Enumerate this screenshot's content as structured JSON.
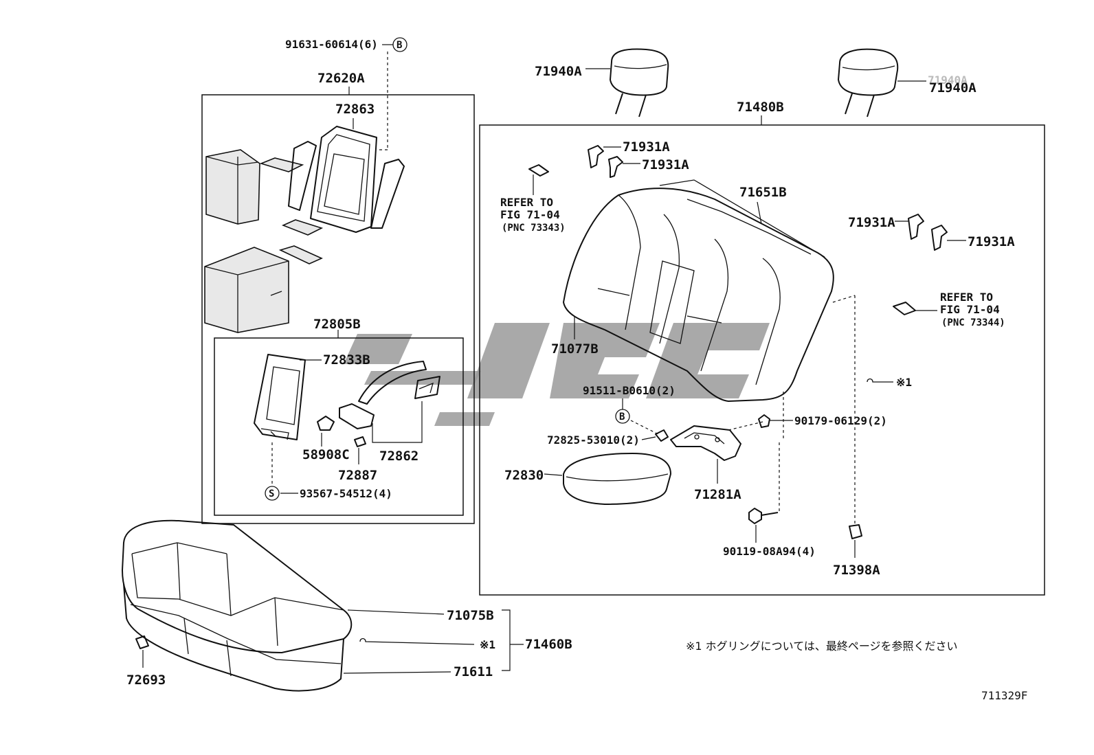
{
  "labels": {
    "bolt_top": "91631-60614(6)",
    "circle_b": "B",
    "circle_s": "S",
    "armrest_assy": "72620A",
    "frame": "72863",
    "cover_assy": "72805B",
    "lid": "72833B",
    "hinge": "58908C",
    "strap": "72862",
    "clip": "72887",
    "screw_s": "93567-54512(4)",
    "headrest_l": "71940A",
    "headrest_r_a": "71940A",
    "headrest_r_b": "71940A",
    "back_assy": "71480B",
    "guide_1": "71931A",
    "guide_2": "71931A",
    "guide_3": "71931A",
    "guide_4": "71931A",
    "refer1_a": "REFER TO",
    "refer1_b": "FIG 71-04",
    "refer1_c": "(PNC 73343)",
    "refer2_a": "REFER TO",
    "refer2_b": "FIG 71-04",
    "refer2_c": "(PNC 73344)",
    "back_cover": "71651B",
    "back_pad": "71077B",
    "bolt_b": "91511-B0610(2)",
    "nut": "90179-06129(2)",
    "bushing": "72825-53010(2)",
    "armrest": "72830",
    "bracket": "71281A",
    "bolt_bottom": "90119-08A94(4)",
    "hook": "71398A",
    "hog_mark": "※1",
    "cushion_cover": "71075B",
    "cushion_assy": "71460B",
    "hog_mark2": "※1",
    "cushion_pad": "71611",
    "hook_bottom": "72693",
    "note": "※1  ホグリングについては、最終ページを参照ください",
    "diagram_id": "711329F"
  }
}
